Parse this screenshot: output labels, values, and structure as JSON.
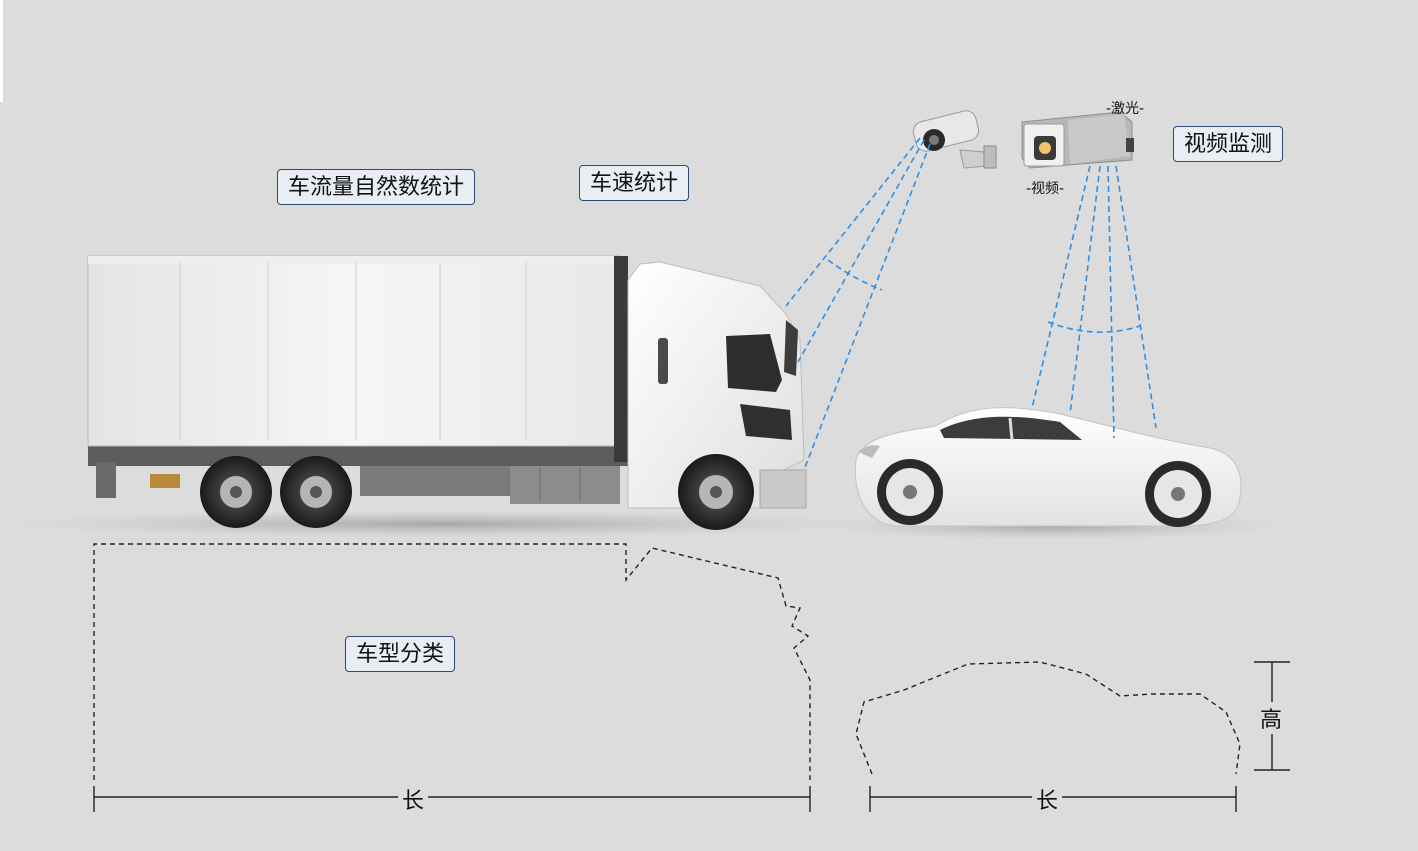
{
  "labels": {
    "flow": "车流量自然数统计",
    "speed": "车速统计",
    "video_monitor": "视频监测",
    "classify": "车型分类",
    "laser_tag": "-激光-",
    "video_tag": "-视频-",
    "truck_length": "长",
    "car_length": "长",
    "car_height": "高"
  },
  "colors": {
    "background": "#dcdcdc",
    "beam": "#2d8fe6",
    "label_border": "#2c4a72",
    "label_fill": "#e9eef4"
  },
  "icons": {
    "bullet_camera": "cctv-camera-icon",
    "box_camera": "laser-video-camera-icon"
  }
}
